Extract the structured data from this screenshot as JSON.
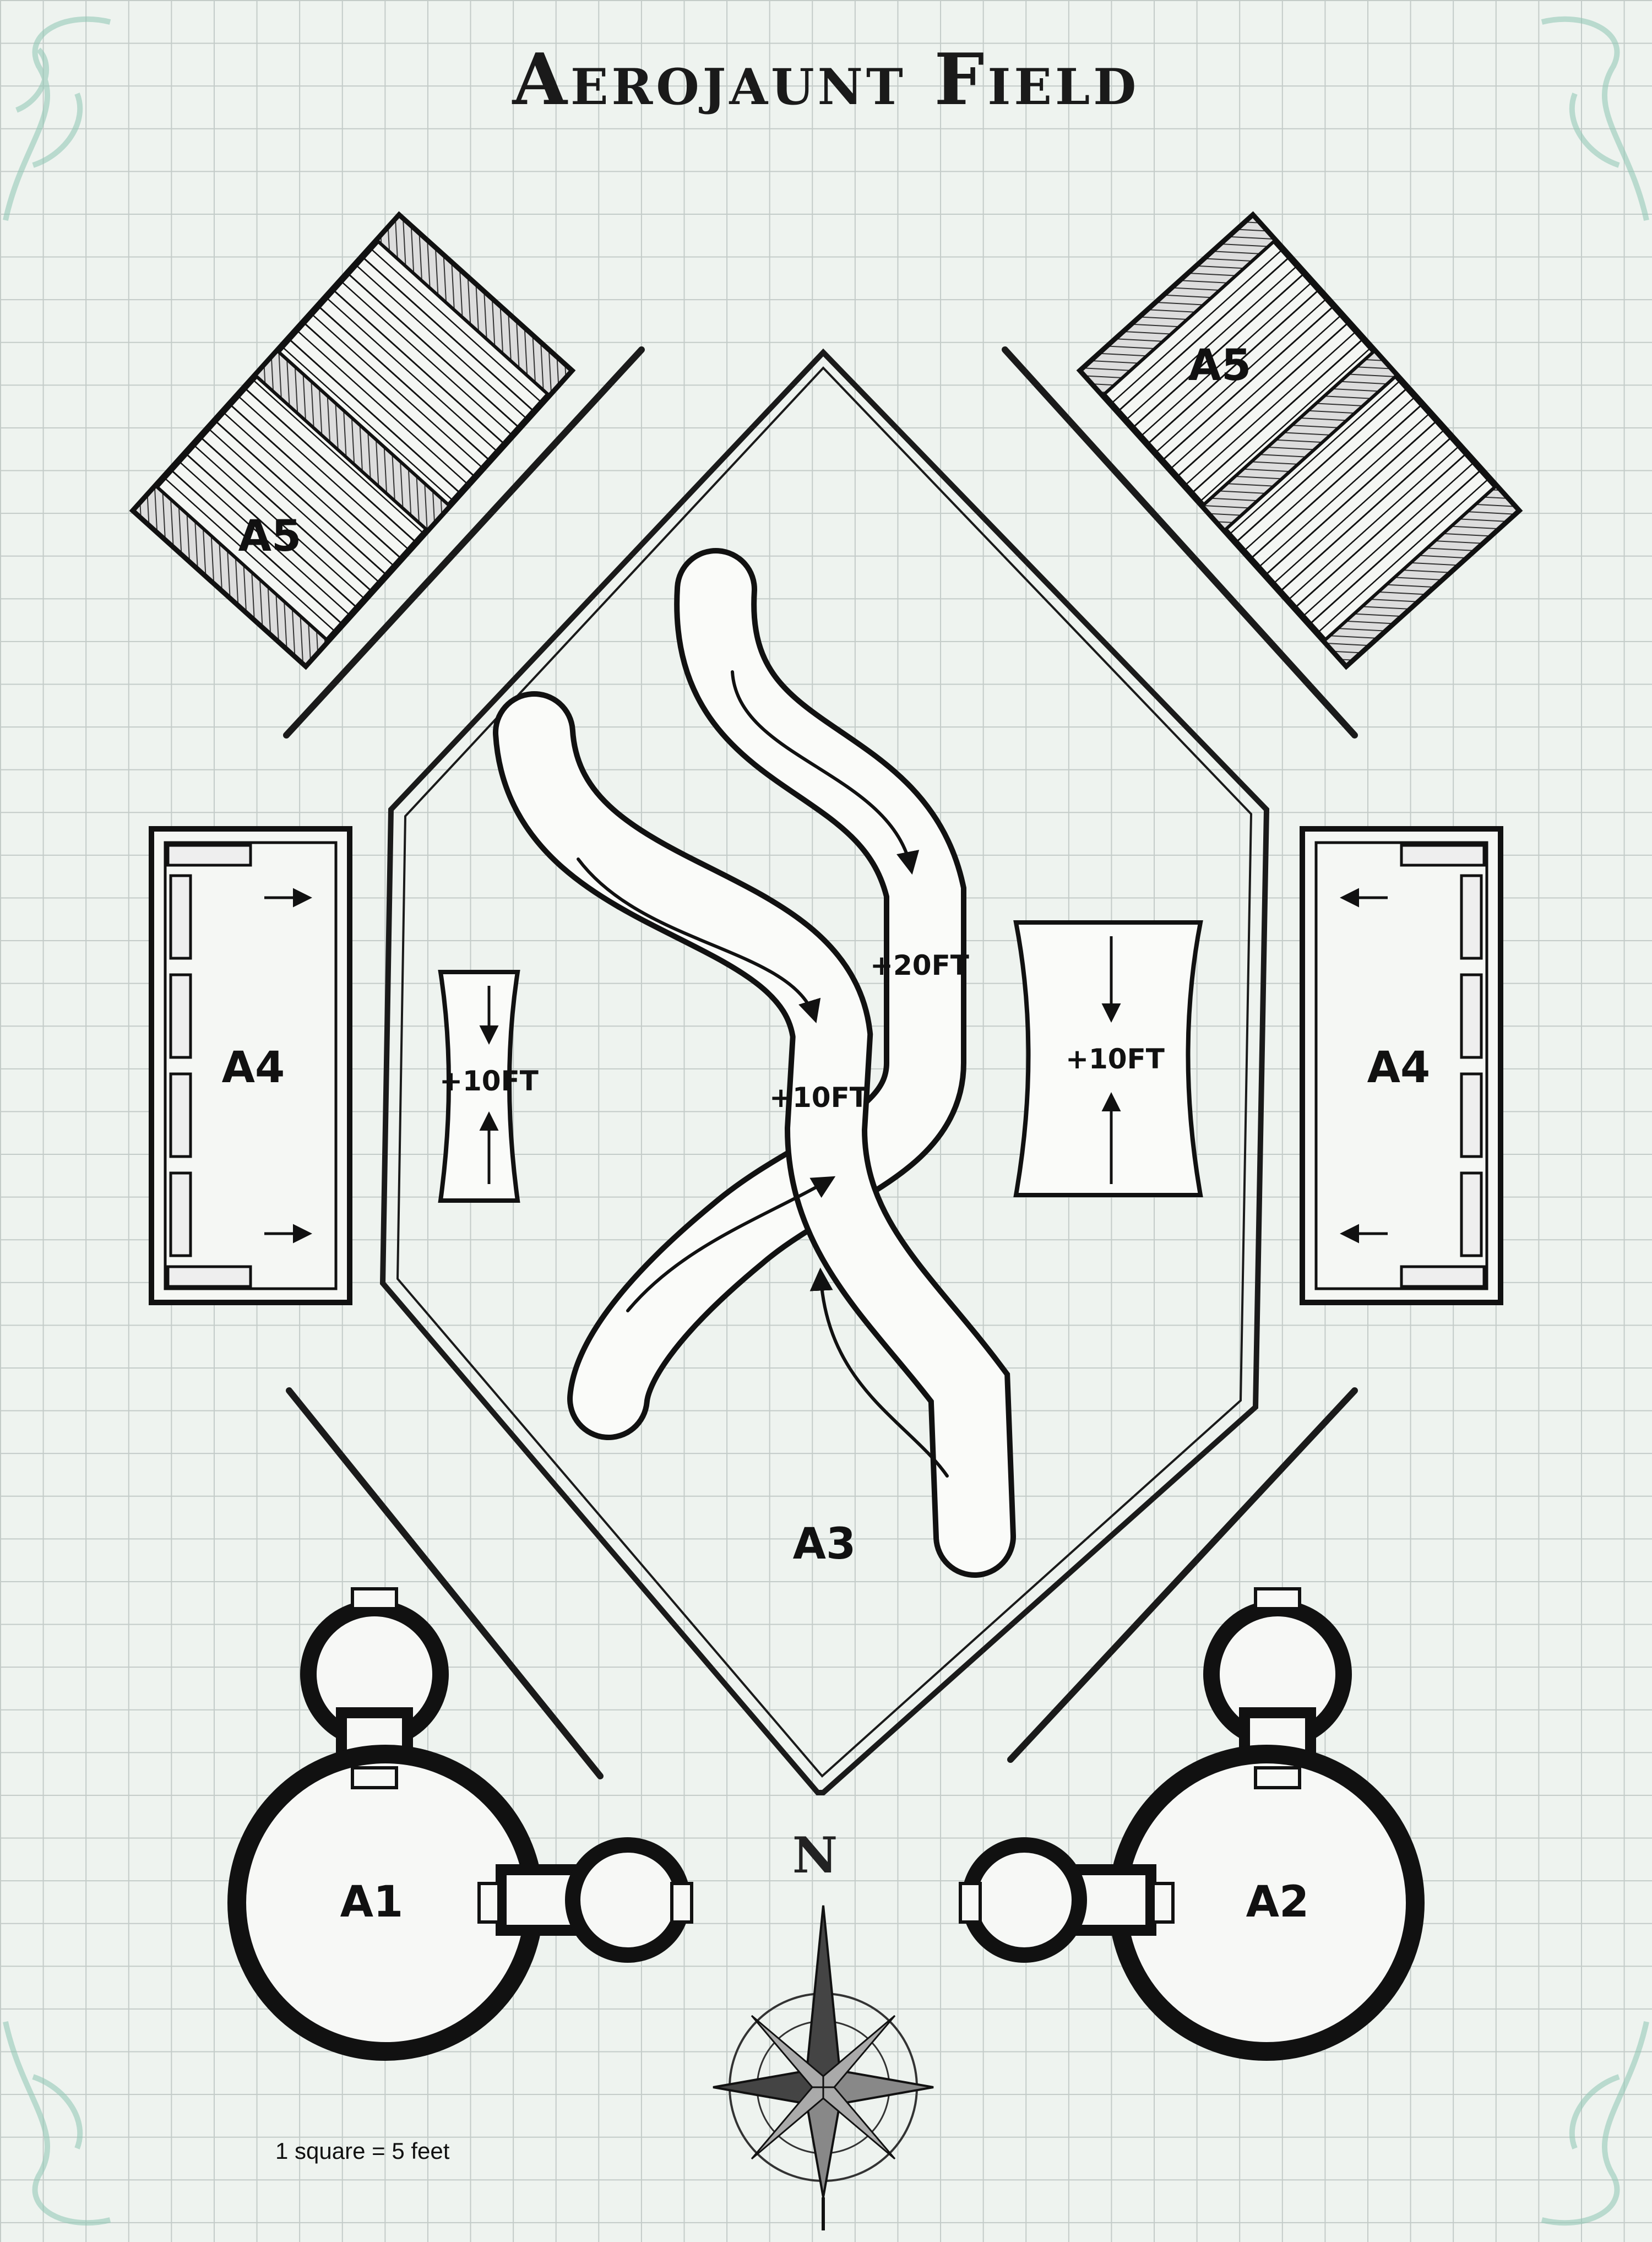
{
  "map": {
    "title": "Aerojaunt Field",
    "areas": {
      "a1": "A1",
      "a2": "A2",
      "a3": "A3",
      "a4_left": "A4",
      "a4_right": "A4",
      "a5_left": "A5",
      "a5_right": "A5"
    },
    "elevations": {
      "left_platform": "+10FT",
      "center_ramp": "+10FT",
      "upper_ramp": "+20FT",
      "right_platform": "+10FT"
    },
    "compass_letter": "N",
    "scale": "1 square = 5 feet"
  },
  "colors": {
    "ink": "#1a1a1a",
    "paper": "#eef3ef",
    "grid": "#c3cbc8",
    "vine": "#8fc6b4"
  }
}
